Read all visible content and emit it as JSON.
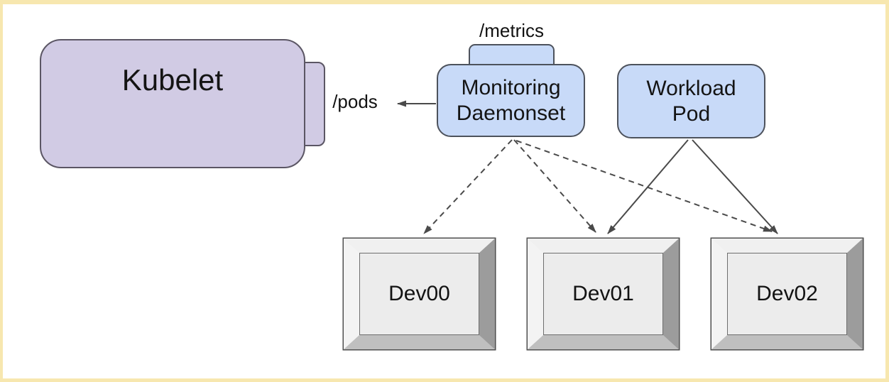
{
  "frame": {
    "border_color": "#f7e7af",
    "background": "#ffffff"
  },
  "diagram": {
    "nodes": {
      "kubelet": {
        "label": "Kubelet",
        "fill": "#d1cbe4",
        "stroke": "#5b5664"
      },
      "monitoring": {
        "label": "Monitoring Daemonset",
        "fill": "#c8daf8",
        "stroke": "#4d525c"
      },
      "workload": {
        "label": "Workload Pod",
        "fill": "#c8daf8",
        "stroke": "#4d525c"
      },
      "dev00": {
        "label": "Dev00"
      },
      "dev01": {
        "label": "Dev01"
      },
      "dev02": {
        "label": "Dev02"
      }
    },
    "endpoint_labels": {
      "pods": "/pods",
      "metrics": "/metrics"
    },
    "edges": [
      {
        "from": "Monitoring Daemonset",
        "to": "Kubelet",
        "via_label": "/pods",
        "style": "solid"
      },
      {
        "from": "Monitoring Daemonset",
        "to": "Dev00",
        "style": "dashed"
      },
      {
        "from": "Monitoring Daemonset",
        "to": "Dev01",
        "style": "dashed"
      },
      {
        "from": "Monitoring Daemonset",
        "to": "Dev02",
        "style": "dashed"
      },
      {
        "from": "Workload Pod",
        "to": "Dev01",
        "style": "solid"
      },
      {
        "from": "Workload Pod",
        "to": "Dev02",
        "style": "solid"
      }
    ],
    "arrow_color": "#4a4a4a",
    "dev_box_colors": {
      "face": "#ececec",
      "bevel_top": "#f0f0f0",
      "bevel_left": "#f3f3f3",
      "bevel_right": "#9c9c9c",
      "bevel_bottom": "#bfbfbf",
      "outline": "#4f4f4f"
    }
  }
}
